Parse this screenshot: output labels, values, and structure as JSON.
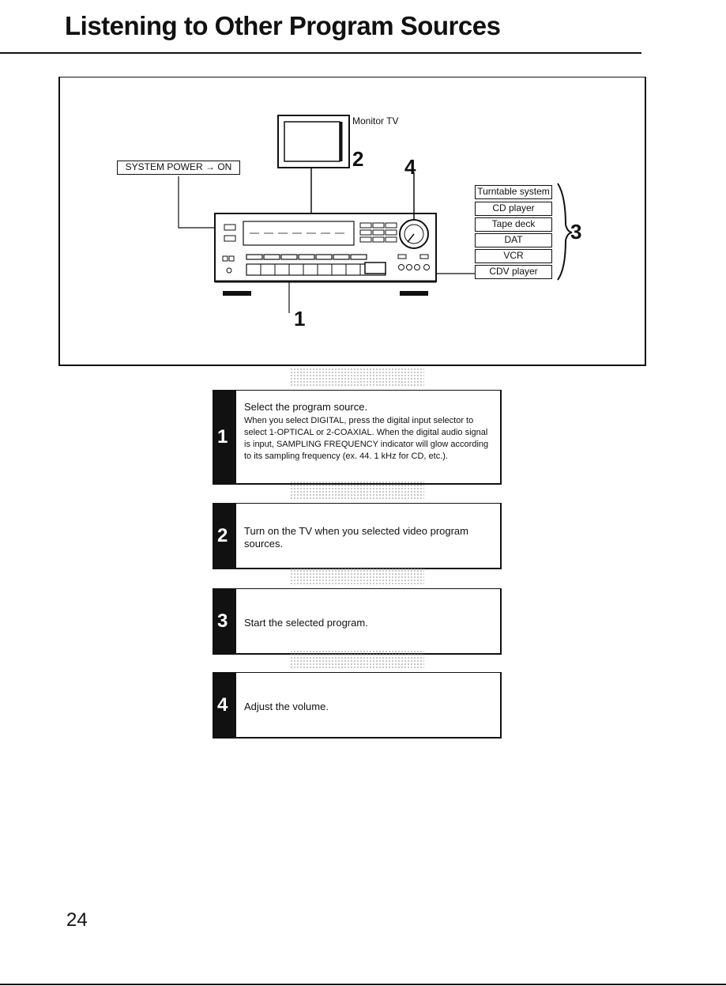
{
  "page": {
    "title": "Listening to Other Program Sources",
    "page_number": "24"
  },
  "diagram": {
    "power_label": "SYSTEM POWER → ON",
    "monitor_label": "Monitor TV",
    "callouts": [
      "1",
      "2",
      "3",
      "4"
    ],
    "sources": [
      "Turntable system",
      "CD player",
      "Tape deck",
      "DAT",
      "VCR",
      "CDV player"
    ]
  },
  "steps": [
    {
      "number": "1",
      "heading": "Select the program source.",
      "detail": "When you select DIGITAL, press the digital input selector to select 1-OPTICAL or 2-COAXIAL. When the digital audio signal is input, SAMPLING FREQUENCY indicator will glow according to its sampling frequency (ex. 44. 1 kHz for CD, etc.)."
    },
    {
      "number": "2",
      "heading": "Turn on the TV when you selected video program sources.",
      "detail": ""
    },
    {
      "number": "3",
      "heading": "Start the selected program.",
      "detail": ""
    },
    {
      "number": "4",
      "heading": "Adjust the volume.",
      "detail": ""
    }
  ]
}
